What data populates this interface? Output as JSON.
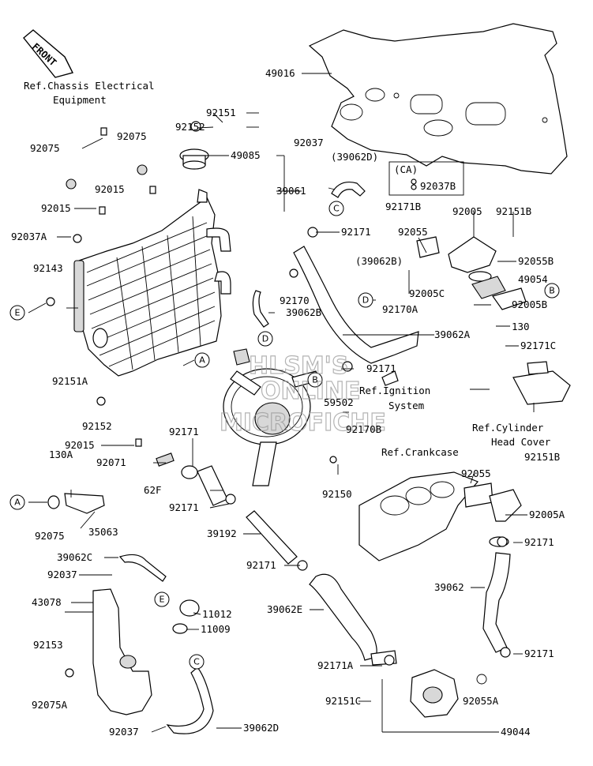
{
  "front_badge": "FRONT",
  "refs": {
    "chassis_electrical_1": "Ref.Chassis Electrical",
    "chassis_electrical_2": "Equipment",
    "ignition_1": "Ref.Ignition",
    "ignition_2": "System",
    "cylinder_head_1": "Ref.Cylinder",
    "cylinder_head_2": "Head Cover",
    "crankcase": "Ref.Crankcase"
  },
  "watermark": [
    "HLSM'S",
    "ONLINE",
    "MICROFICHE"
  ],
  "group_ca": "(CA)",
  "markers": {
    "A": "A",
    "B": "B",
    "C": "C",
    "D": "D",
    "E": "E"
  },
  "parts": [
    "49016",
    "92151",
    "92152",
    "92075",
    "92075",
    "49085",
    "92037",
    "(39062D)",
    "92015",
    "39061",
    "92015",
    "92037B",
    "92171B",
    "92037A",
    "92171",
    "92055",
    "92005",
    "92151B",
    "(39062B)",
    "92055B",
    "92143",
    "49054",
    "92005C",
    "92005B",
    "92170",
    "92170A",
    "39062B",
    "130",
    "39062A",
    "92171C",
    "92171",
    "92151A",
    "59502",
    "92152",
    "92170B",
    "92015",
    "92171",
    "92071",
    "130A",
    "92150",
    "92151B",
    "62F",
    "92171",
    "92055",
    "92005A",
    "39192",
    "92075",
    "35063",
    "39062C",
    "92171",
    "92171",
    "92037",
    "39062",
    "43078",
    "11012",
    "11009",
    "39062E",
    "92153",
    "92171",
    "92171A",
    "92151C",
    "92055A",
    "92075A",
    "92037",
    "39062D",
    "49044"
  ]
}
